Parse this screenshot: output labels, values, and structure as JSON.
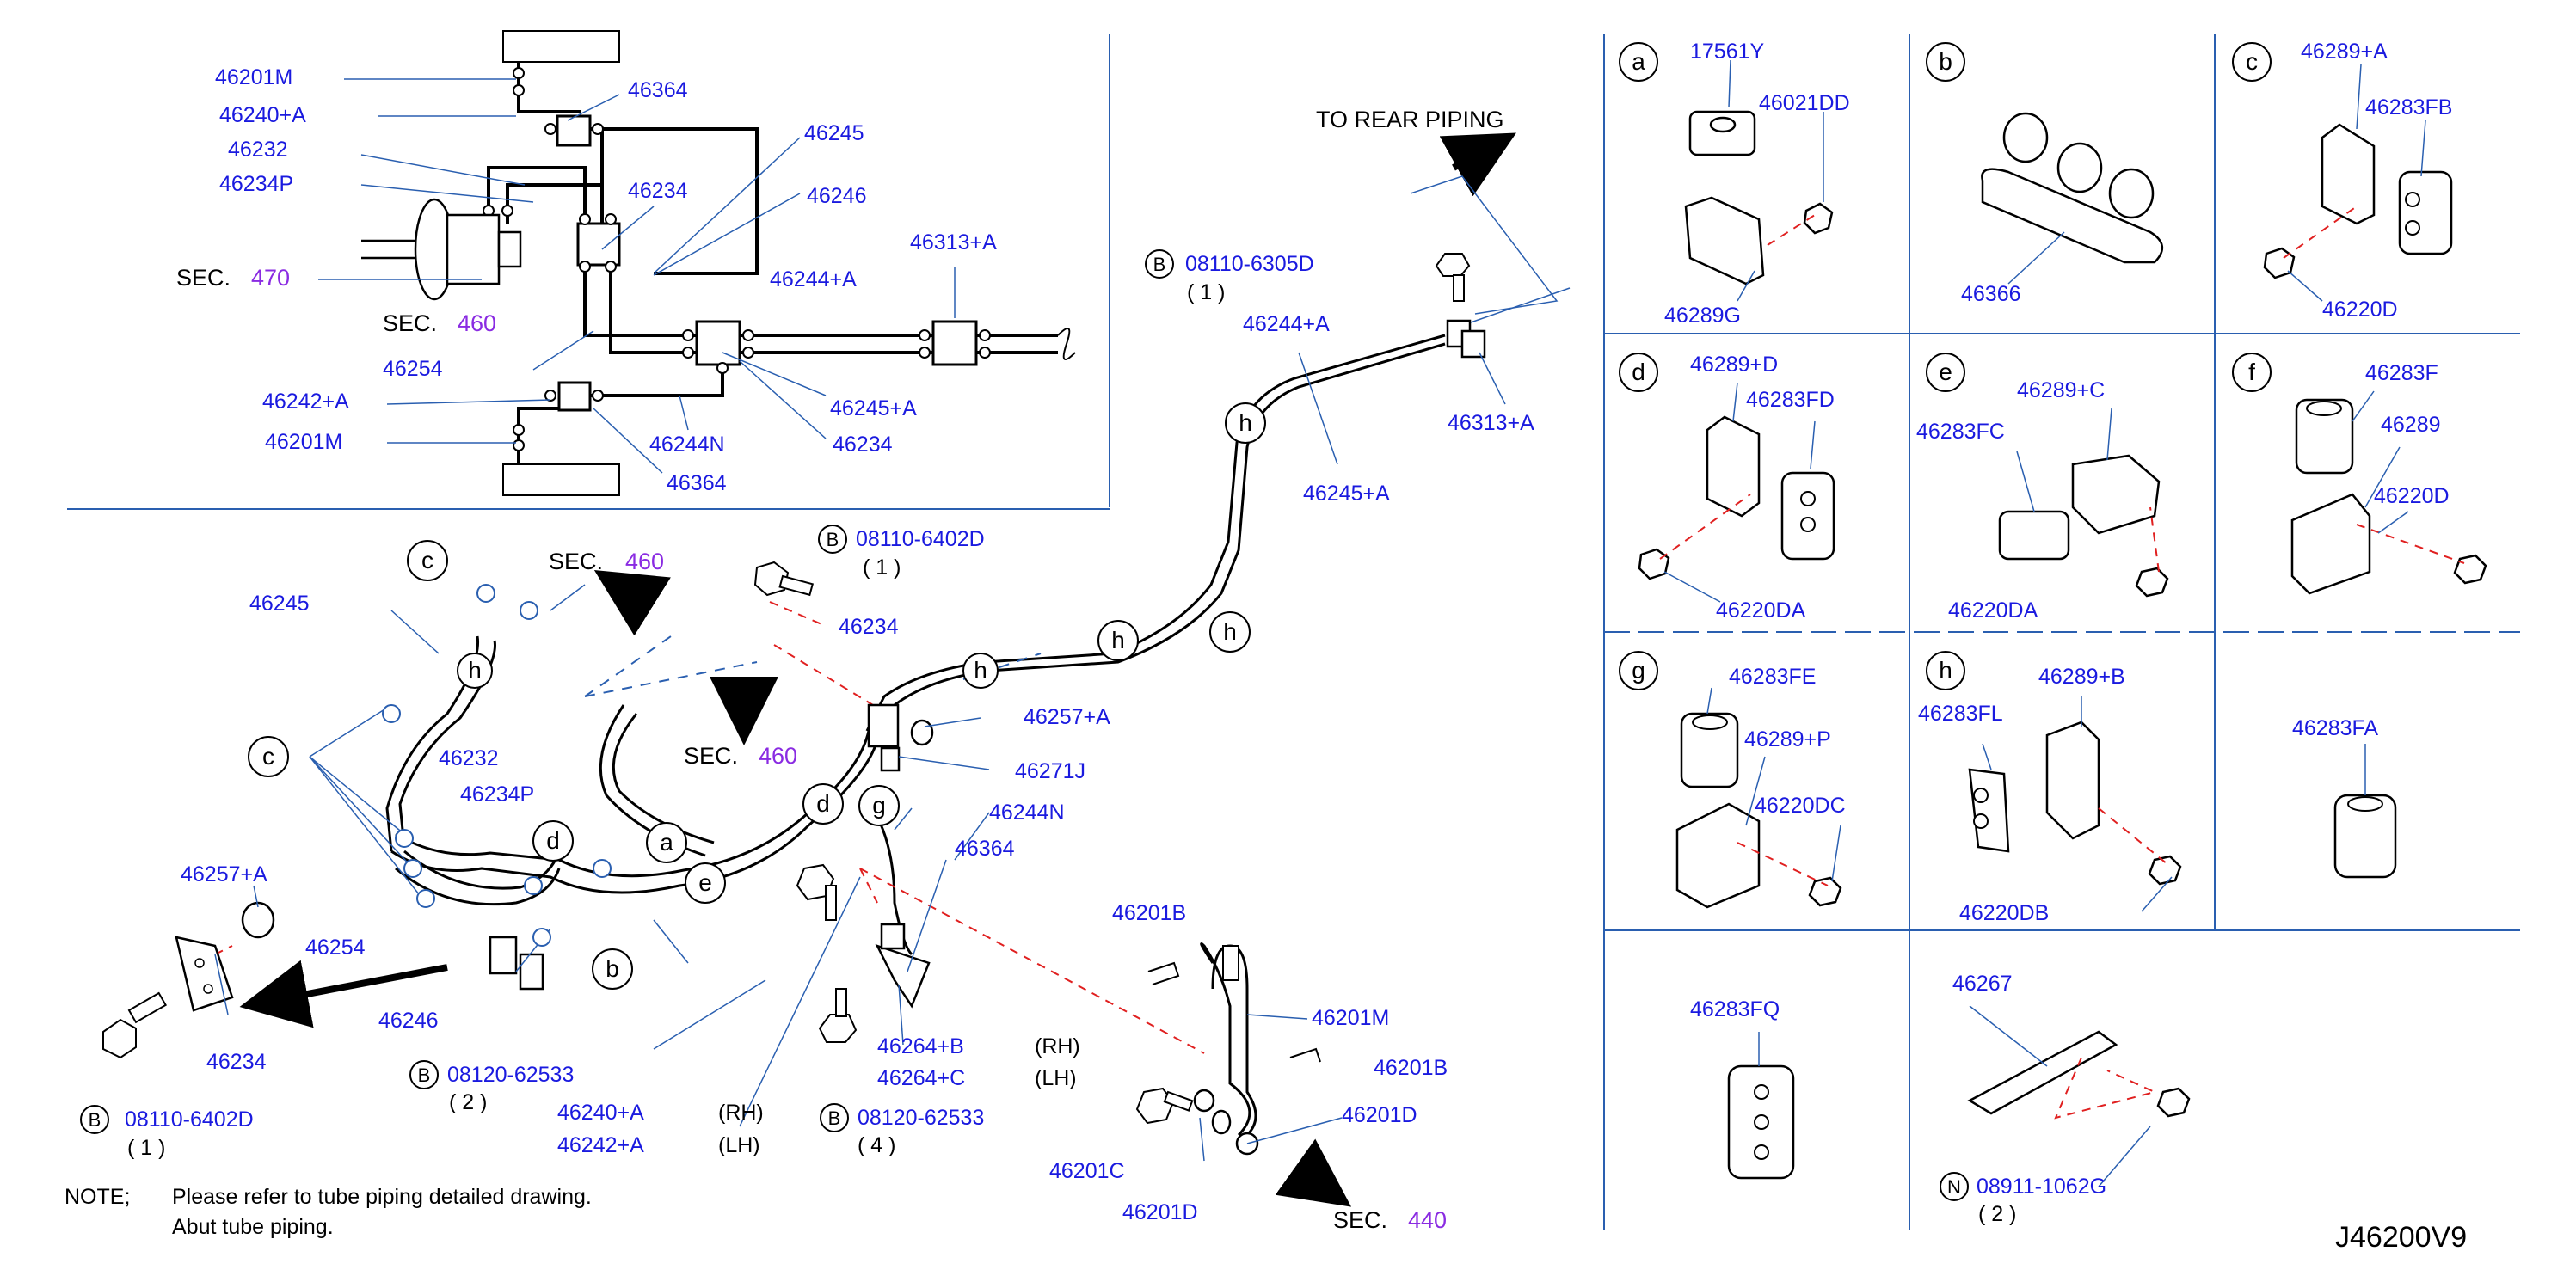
{
  "diagram": {
    "drawing_id": "J46200V9",
    "label_color": "#1a1adf",
    "sec_color": "#8a2be2",
    "text_color": "#000000",
    "cut_line_color": "#e02020",
    "frame_color": "#2a5fb0",
    "note": {
      "label": "NOTE;",
      "line1": "Please refer to tube piping detailed drawing.",
      "line2": "Abut tube piping."
    },
    "to_rear": "TO REAR PIPING",
    "sec": {
      "prefix": "SEC.",
      "s470": "470",
      "s460": "460",
      "s440": "440"
    },
    "side": {
      "rh": "(RH)",
      "lh": "(LH)"
    },
    "bolt_b": "B",
    "nut_n": "N",
    "inset": {
      "labels": {
        "l46201M_a": "46201M",
        "l46240A": "46240+A",
        "l46232": "46232",
        "l46234P": "46234P",
        "l46364_a": "46364",
        "l46245": "46245",
        "l46234_a": "46234",
        "l46246": "46246",
        "l46244A": "46244+A",
        "l46313A": "46313+A",
        "l46254": "46254",
        "l46245A": "46245+A",
        "l46242A": "46242+A",
        "l46201M_b": "46201M",
        "l46244N": "46244N",
        "l46234_b": "46234",
        "l46364_b": "46364"
      }
    },
    "main": {
      "labels": {
        "l46245": "46245",
        "l46232": "46232",
        "l46234P": "46234P",
        "l46257A_l": "46257+A",
        "l46254": "46254",
        "l46246": "46246",
        "l46234_l": "46234",
        "l46234_c": "46234",
        "l46257A_c": "46257+A",
        "l46271J": "46271J",
        "l46244N": "46244N",
        "l46364": "46364",
        "l46264B": "46264+B",
        "l46264C": "46264+C",
        "l46240A": "46240+A",
        "l46242A": "46242+A",
        "l46201B_a": "46201B",
        "l46201M": "46201M",
        "l46201B_b": "46201B",
        "l46201D_a": "46201D",
        "l46201C": "46201C",
        "l46201D_b": "46201D",
        "l46244A": "46244+A",
        "l46245A": "46245+A",
        "l46313A": "46313+A"
      },
      "bolts": {
        "b1_num": "08110-6402D",
        "b1_qty": "( 1 )",
        "b2_num": "08110-6305D",
        "b2_qty": "( 1 )",
        "b3_num": "08110-6402D",
        "b3_qty": "( 1 )",
        "b4_num": "08120-62533",
        "b4_qty": "( 2 )",
        "b5_num": "08120-62533",
        "b5_qty": "( 4 )"
      },
      "callouts": [
        "c",
        "c",
        "d",
        "a",
        "e",
        "b",
        "d",
        "g",
        "h",
        "h",
        "h",
        "h",
        "h"
      ]
    },
    "detail_cells": {
      "a": {
        "letter": "a",
        "labels": [
          "17561Y",
          "46021DD",
          "46289G"
        ]
      },
      "b": {
        "letter": "b",
        "labels": [
          "46366"
        ]
      },
      "c": {
        "letter": "c",
        "labels": [
          "46289+A",
          "46283FB",
          "46220D"
        ]
      },
      "d": {
        "letter": "d",
        "labels": [
          "46289+D",
          "46283FD",
          "46220DA"
        ]
      },
      "e": {
        "letter": "e",
        "labels": [
          "46289+C",
          "46283FC",
          "46220DA"
        ]
      },
      "f": {
        "letter": "f",
        "labels": [
          "46283F",
          "46289",
          "46220D"
        ]
      },
      "g": {
        "letter": "g",
        "labels": [
          "46283FE",
          "46289+P",
          "46220DC"
        ]
      },
      "h": {
        "letter": "h",
        "labels": [
          "46289+B",
          "46283FL",
          "46220DB"
        ]
      },
      "fa": {
        "labels": [
          "46283FA"
        ]
      },
      "fq": {
        "labels": [
          "46283FQ"
        ]
      },
      "n": {
        "labels": [
          "46267"
        ],
        "nut_num": "08911-1062G",
        "nut_qty": "( 2 )"
      }
    }
  }
}
